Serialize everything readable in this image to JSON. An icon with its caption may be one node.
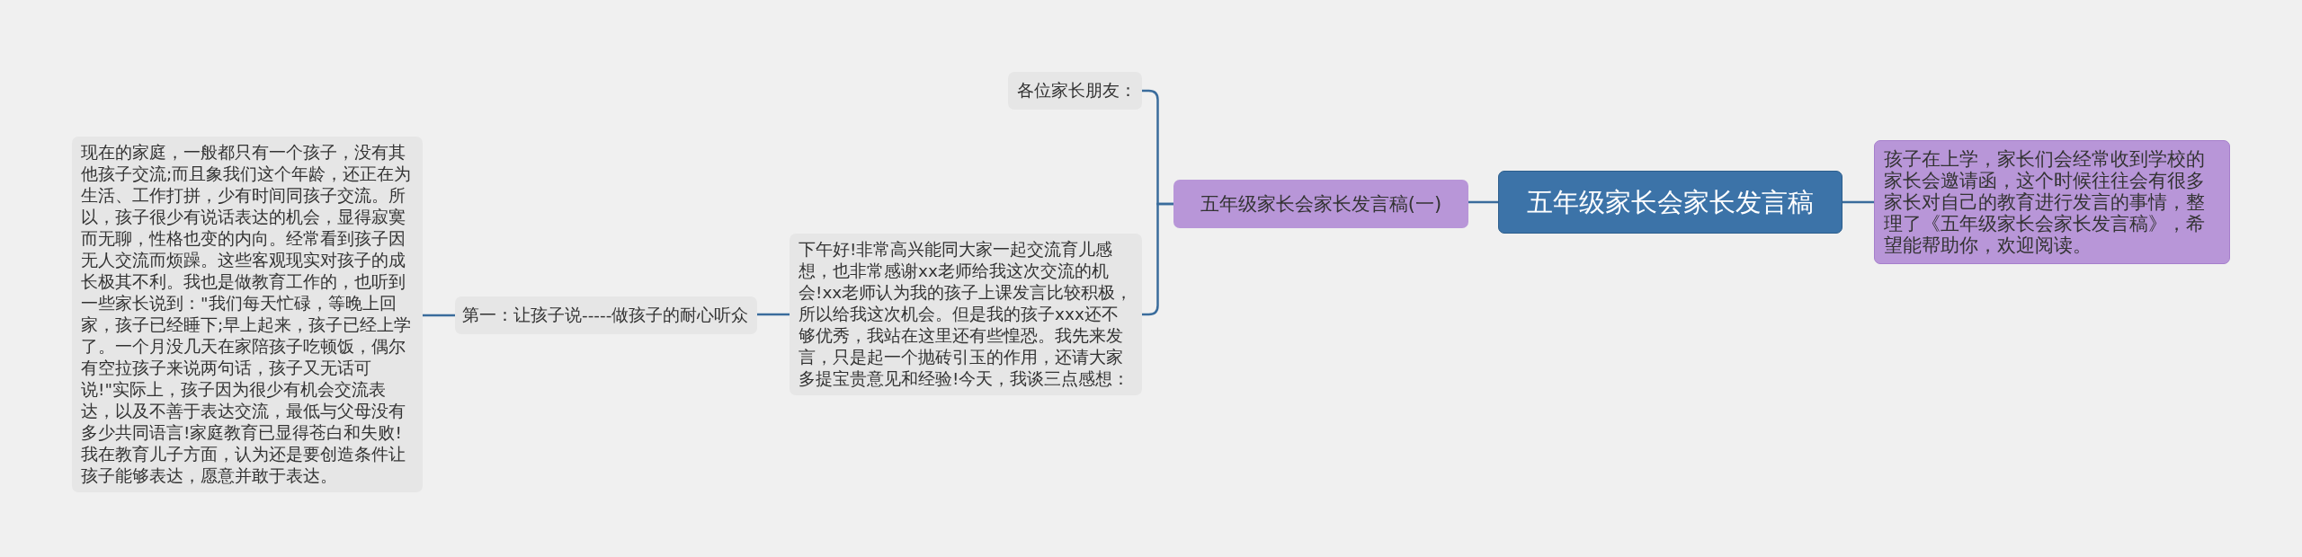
{
  "diagram": {
    "nodes": [
      {
        "text": [
          "五年级家长会家长发言稿"
        ]
      },
      {
        "text": [
          "孩子在上学，家长们会经常收到学校的家长会邀请函，这个时候往往会有很多家长对自己的教育进行发言的事情，整理了《五年级家长会家长发言稿》，希望能帮助你，欢迎阅读。"
        ]
      },
      {
        "text": [
          "五年级家长会家长发言稿(一)"
        ]
      },
      {
        "text": [
          "各位家长朋友："
        ]
      },
      {
        "text": [
          "下午好!非常高兴能同大家一起交流育儿感想，也非常感谢xx老师给我这次交流的机会!xx老师认为我的孩子上课发言比较积极，所以给我这次机会。但是我的孩子xxx还不够优秀，我站在这里还有些惶恐。我先来发言，只是起一个抛砖引玉的作用，还请大家多提宝贵意见和经验!今天，我谈三点感想："
        ]
      },
      {
        "text": [
          "第一：让孩子说-----做孩子的耐心听众"
        ]
      },
      {
        "text": [
          "现在的家庭，一般都只有一个孩子，没有其他孩子交流;而且象我们这个年龄，还正在为生活、工作打拼，少有时间同孩子交流。所以，孩子很少有说话表达的机会，显得寂寞而无聊，性格也变的内向。经常看到孩子因无人交流而烦躁。这些客观现实对孩子的成长极其不利。我也是做教育工作的，也听到一些家长说到：\"我们每天忙碌，等晚上回家，孩子已经睡下;早上起来，孩子已经上学了。一个月没几天在家陪孩子吃顿饭，偶尔有空拉孩子来说两句话，孩子又无话可说!\"实际上，孩子因为很少有机会交流表达，以及不善于表达交流，最低与父母没有多少共同语言!家庭教育已显得苍白和失败!我在教育儿子方面，认为还是要创造条件让孩子能够表达，愿意并敢于表达。"
        ]
      }
    ],
    "edges": [
      {
        "from": 0,
        "to": 1,
        "arrow": "none"
      },
      {
        "from": 0,
        "to": 2,
        "arrow": "none"
      },
      {
        "from": 2,
        "to": 3,
        "arrow": "none"
      },
      {
        "from": 2,
        "to": 4,
        "arrow": "none"
      },
      {
        "from": 4,
        "to": 5,
        "arrow": "none"
      },
      {
        "from": 5,
        "to": 6,
        "arrow": "none"
      }
    ]
  }
}
